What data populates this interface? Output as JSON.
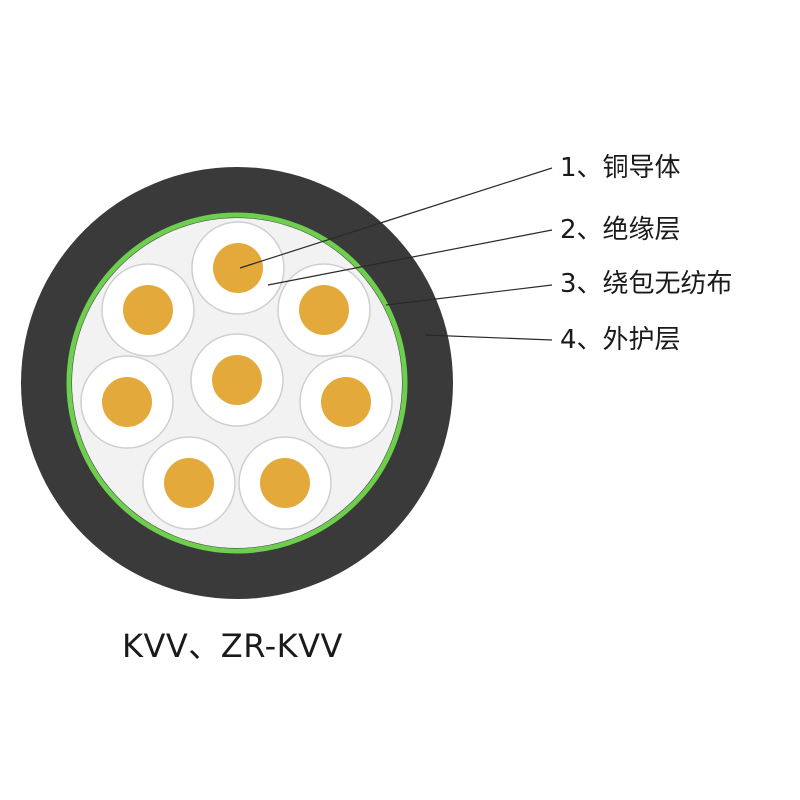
{
  "callouts": [
    {
      "number": "1、",
      "text": "铜导体"
    },
    {
      "number": "2、",
      "text": "绝缘层"
    },
    {
      "number": "3、",
      "text": "绕包无纺布"
    },
    {
      "number": "4、",
      "text": "外护层"
    }
  ],
  "model": "KVV、ZR-KVV",
  "colors": {
    "sheath": "#3a3a3a",
    "wrap_tape": "#6ecf4f",
    "filler": "#f2f2f2",
    "insulation": "#ffffff",
    "conductor": "#e3a93a",
    "leader_line": "#2a2a2a"
  },
  "core_count": 8
}
